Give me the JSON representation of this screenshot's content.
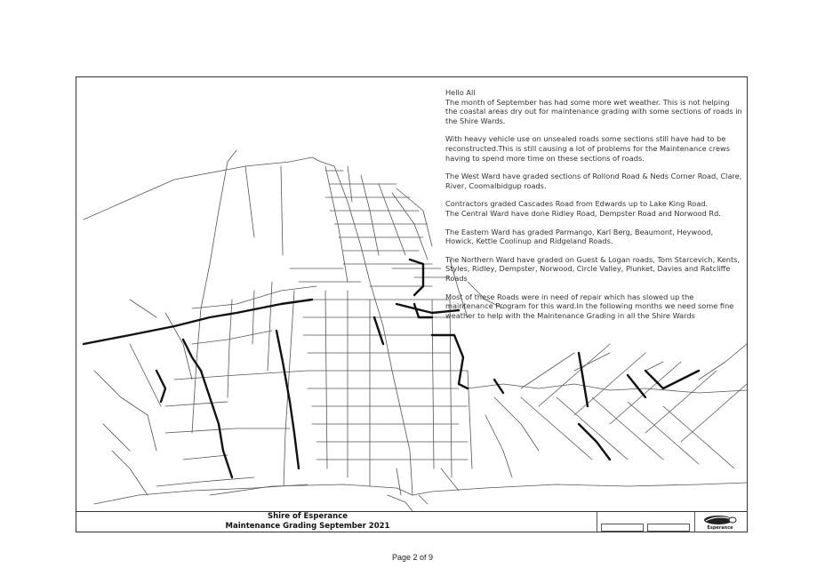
{
  "page": {
    "page_number": "Page 2 of 9"
  },
  "map": {
    "title_line1": "Shire of Esperance",
    "title_line2": "Maintenance Grading September 2021",
    "logo_text": "Esperance"
  },
  "notes": {
    "greeting": "Hello All",
    "paragraphs": [
      "The month of September has had some more wet weather. This is not helping the coastal areas dry out for maintenance grading with some sections of roads in the Shire Wards.",
      "With heavy vehicle use on unsealed roads some sections still have had to be reconstructed.This is still causing a lot of problems for the Maintenance crews having to spend more time on these sections of roads.",
      "The West Ward have graded sections of Rollond Road & Neds Corner Road, Clare, River, Coomalbidgup roads.",
      "Contractors graded Cascades Road from Edwards up to Lake King Road.\nThe Central Ward have done Ridley Road, Dempster Road and Norwood Rd.",
      "The Eastern Ward has graded Parmango, Karl Berg, Beaumont, Heywood, Howick, Kettle Coolinup and Ridgeland Roads.",
      "The Northern Ward have graded on Guest & Logan roads, Tom Starcevich, Kents, Styles, Ridley, Dempster, Norwood, Circle Valley, Plunket, Davies and Ratcliffe Roads",
      "Most of these Roads were in need of repair which has slowed up the maintenance Program for this ward.In the following months we need some fine weather to help with the Maintenance Grading in all the Shire Wards"
    ]
  },
  "colors": {
    "road": "#444444",
    "graded_road": "#111111",
    "frame": "#333333"
  },
  "icons": {
    "logo": "shire-logo-icon"
  }
}
